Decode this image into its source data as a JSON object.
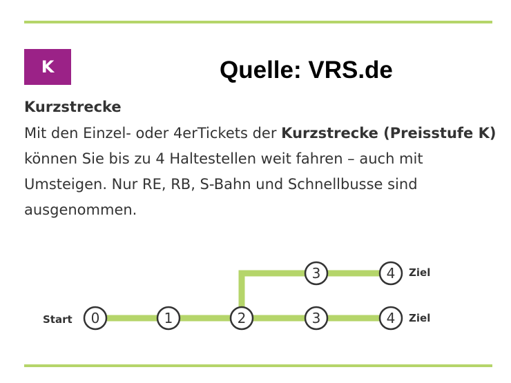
{
  "badge": {
    "label": "K",
    "color": "#9b2287"
  },
  "source": "Quelle: VRS.de",
  "heading": "Kurzstrecke",
  "paragraph": {
    "part1": "Mit den Einzel- oder 4erTickets der ",
    "bold1": "Kurzstrecke (Preisstufe K)",
    "part2": " können Sie bis zu 4 Haltestellen weit fahren – auch mit Umsteigen. Nur RE, RB, S-Bahn und Schnellbusse sind ausgenommen."
  },
  "diagram": {
    "line_color": "#b5d56a",
    "start_label": "Start",
    "end_label": "Ziel",
    "main_stops": [
      "0",
      "1",
      "2",
      "3",
      "4"
    ],
    "branch_stops": [
      "3",
      "4"
    ]
  }
}
